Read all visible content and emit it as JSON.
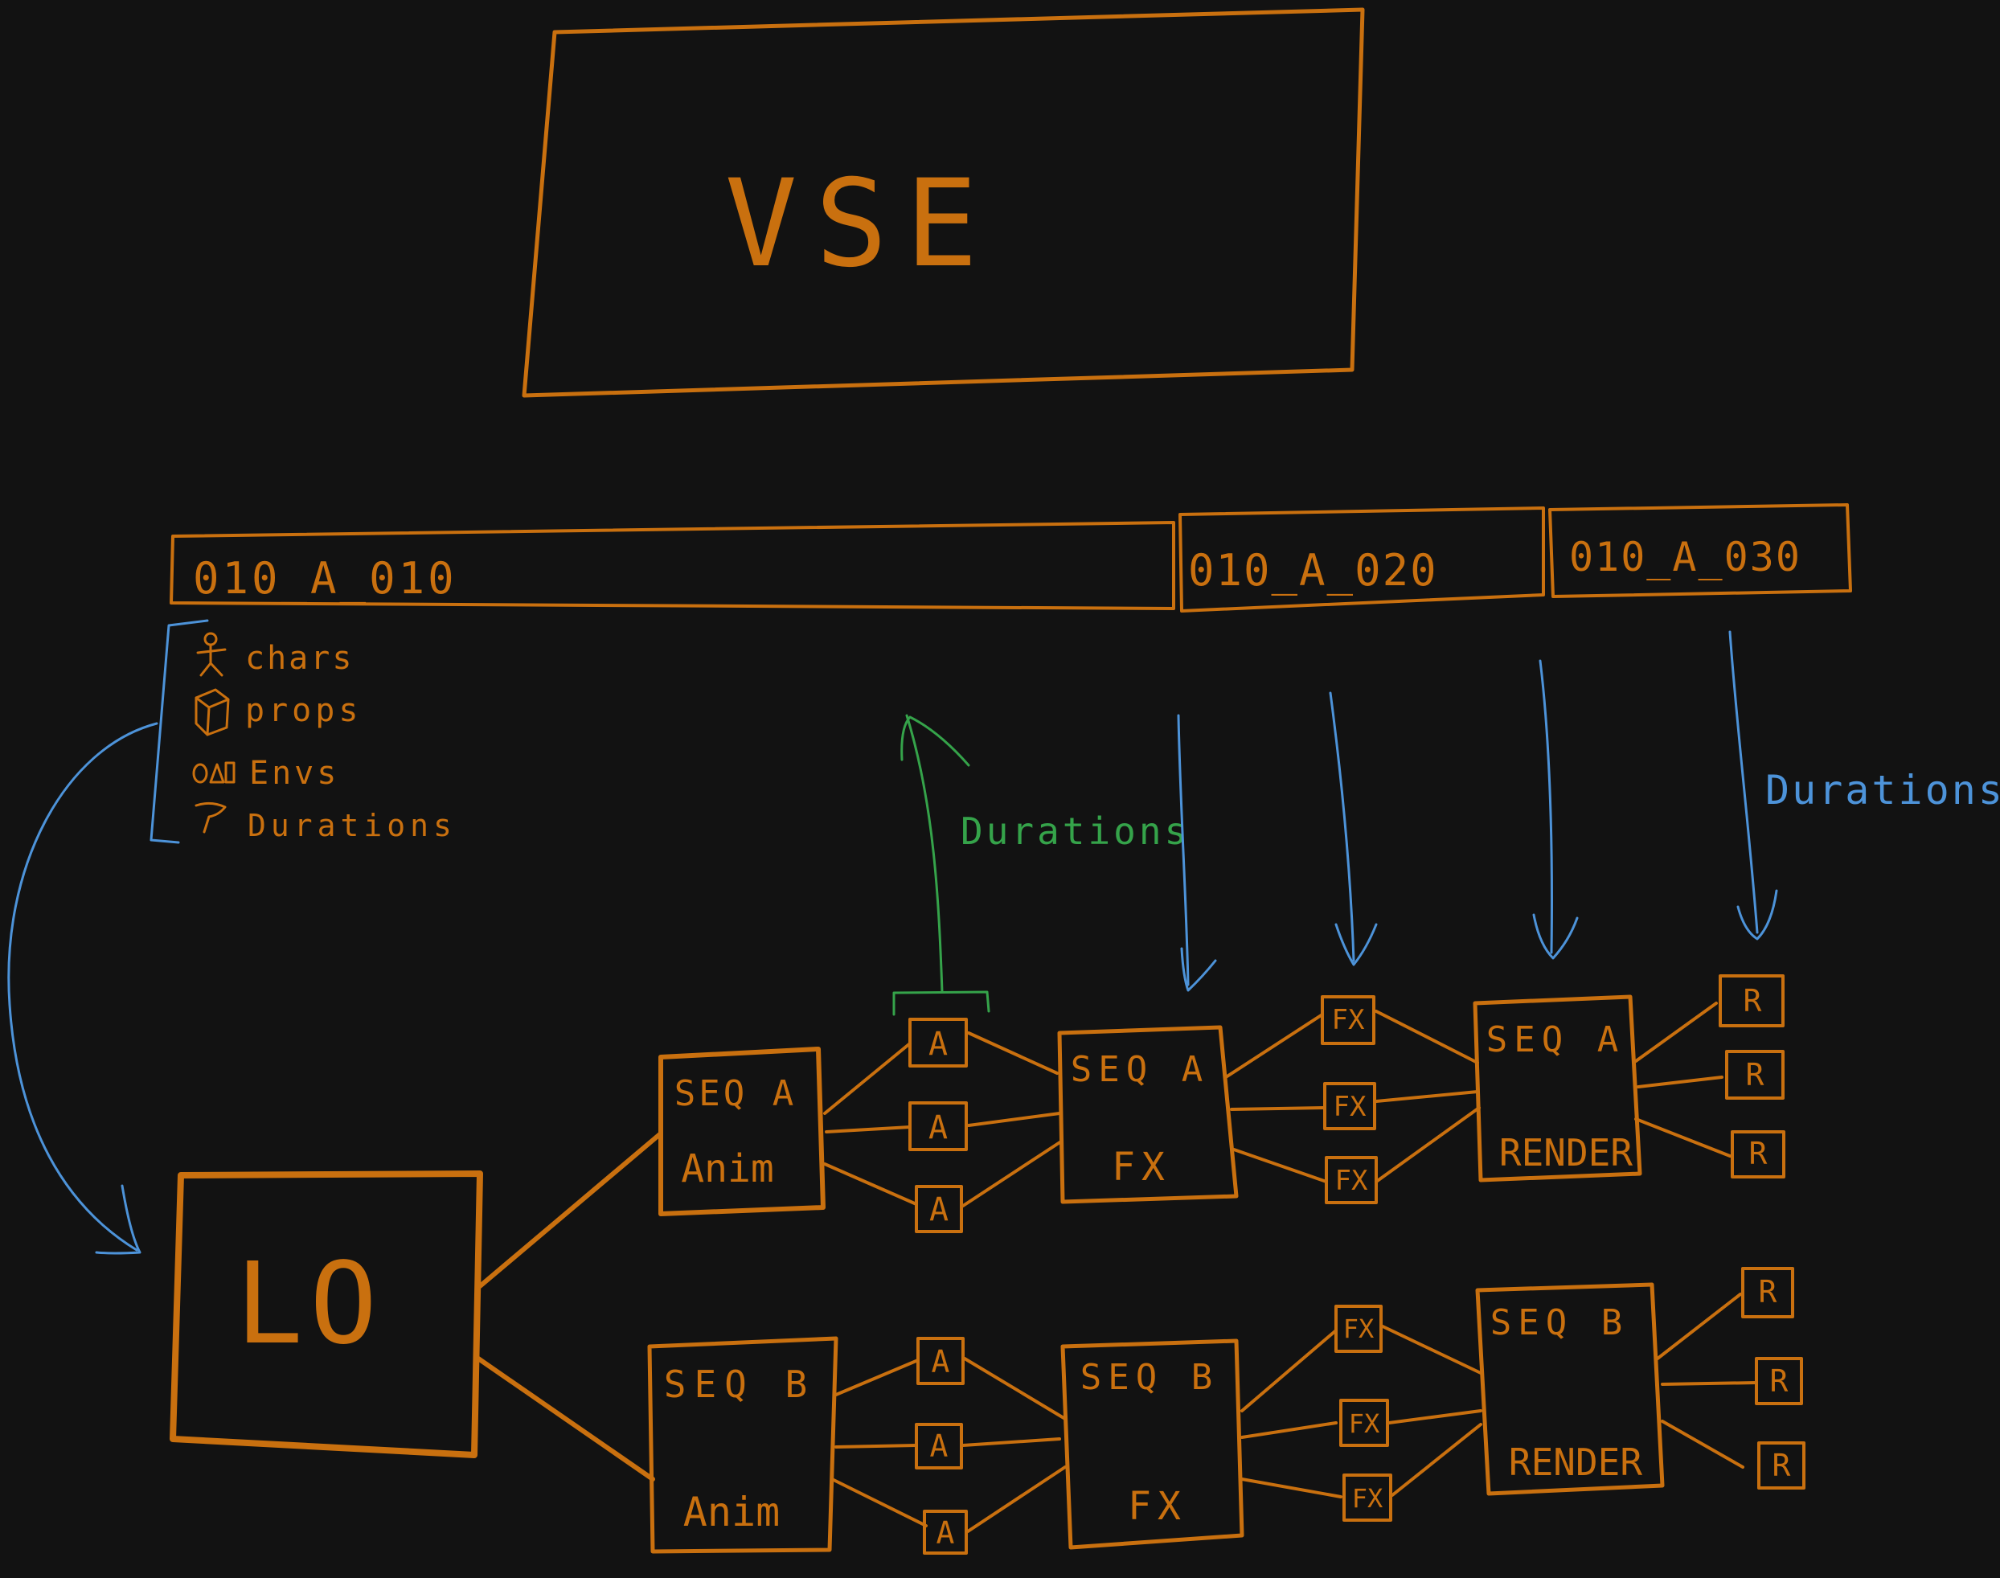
{
  "colors": {
    "background": "#121212",
    "orange": "#c9700f",
    "blue": "#4d93d9",
    "green": "#35a34a"
  },
  "vse": {
    "label": "VSE"
  },
  "shots": [
    {
      "label": "010_A_010"
    },
    {
      "label": "010_A_020"
    },
    {
      "label": "010_A_030"
    }
  ],
  "legend": {
    "items": [
      {
        "icon": "person-icon",
        "label": "chars"
      },
      {
        "icon": "cube-icon",
        "label": "props"
      },
      {
        "icon": "environment-icon",
        "label": "Envs"
      },
      {
        "icon": "timer-icon",
        "label": "Durations"
      }
    ]
  },
  "annotations": {
    "green_durations": "Durations",
    "blue_durations": "Durations"
  },
  "lo": {
    "label": "LO"
  },
  "sequences": [
    {
      "id": "a",
      "anim": {
        "line1": "SEQ A",
        "line2": "Anim"
      },
      "anim_outputs": [
        "A",
        "A",
        "A"
      ],
      "fx": {
        "line1": "SEQ A",
        "line2": "FX"
      },
      "fx_outputs": [
        "FX",
        "FX",
        "FX"
      ],
      "render": {
        "line1": "SEQ A",
        "line2": "RENDER"
      },
      "render_outputs": [
        "R",
        "R",
        "R"
      ]
    },
    {
      "id": "b",
      "anim": {
        "line1": "SEQ B",
        "line2": "Anim"
      },
      "anim_outputs": [
        "A",
        "A",
        "A"
      ],
      "fx": {
        "line1": "SEQ B",
        "line2": "FX"
      },
      "fx_outputs": [
        "FX",
        "FX",
        "FX"
      ],
      "render": {
        "line1": "SEQ B",
        "line2": "RENDER"
      },
      "render_outputs": [
        "R",
        "R",
        "R"
      ]
    }
  ]
}
